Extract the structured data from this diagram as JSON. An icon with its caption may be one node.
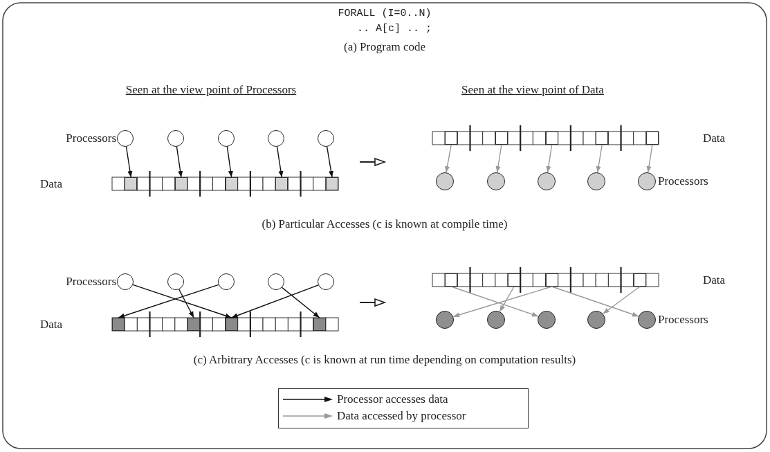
{
  "diagram": {
    "nodes": [
      {
        "text": [],
        "shape": "circle"
      },
      {
        "text": [],
        "shape": "circle"
      },
      {
        "text": [],
        "shape": "circle"
      },
      {
        "text": [],
        "shape": "circle"
      },
      {
        "text": [],
        "shape": "circle"
      },
      {
        "text": [],
        "shape": "box"
      },
      {
        "text": [],
        "shape": "box"
      },
      {
        "text": [],
        "shape": "box"
      },
      {
        "text": [],
        "shape": "box"
      },
      {
        "text": [],
        "shape": "box"
      },
      {
        "text": [],
        "shape": "box"
      },
      {
        "text": [],
        "shape": "box"
      },
      {
        "text": [],
        "shape": "box"
      },
      {
        "text": [],
        "shape": "box"
      },
      {
        "text": [],
        "shape": "box"
      },
      {
        "text": [],
        "shape": "circle"
      },
      {
        "text": [],
        "shape": "circle"
      },
      {
        "text": [],
        "shape": "circle"
      },
      {
        "text": [],
        "shape": "circle"
      },
      {
        "text": [],
        "shape": "circle"
      },
      {
        "text": [],
        "shape": "circle"
      },
      {
        "text": [],
        "shape": "circle"
      },
      {
        "text": [],
        "shape": "circle"
      },
      {
        "text": [],
        "shape": "circle"
      },
      {
        "text": [],
        "shape": "circle"
      },
      {
        "text": [],
        "shape": "box"
      },
      {
        "text": [],
        "shape": "box"
      },
      {
        "text": [],
        "shape": "box"
      },
      {
        "text": [],
        "shape": "box"
      },
      {
        "text": [],
        "shape": "box"
      },
      {
        "text": [],
        "shape": "box"
      },
      {
        "text": [],
        "shape": "box"
      },
      {
        "text": [],
        "shape": "box"
      },
      {
        "text": [],
        "shape": "circle"
      },
      {
        "text": [],
        "shape": "circle"
      },
      {
        "text": [],
        "shape": "circle"
      },
      {
        "text": [],
        "shape": "circle"
      },
      {
        "text": [],
        "shape": "circle"
      }
    ],
    "edges": [
      {
        "from": 0,
        "to": 5,
        "arrow": "to"
      },
      {
        "from": 1,
        "to": 6,
        "arrow": "to"
      },
      {
        "from": 2,
        "to": 7,
        "arrow": "to"
      },
      {
        "from": 3,
        "to": 8,
        "arrow": "to"
      },
      {
        "from": 4,
        "to": 9,
        "arrow": "to"
      },
      {
        "from": 10,
        "to": 15,
        "arrow": "to",
        "color": "#999999"
      },
      {
        "from": 11,
        "to": 16,
        "arrow": "to",
        "color": "#999999"
      },
      {
        "from": 12,
        "to": 17,
        "arrow": "to",
        "color": "#999999"
      },
      {
        "from": 13,
        "to": 18,
        "arrow": "to",
        "color": "#999999"
      },
      {
        "from": 14,
        "to": 19,
        "arrow": "to",
        "color": "#999999"
      },
      {
        "from": 20,
        "to": 27,
        "arrow": "to"
      },
      {
        "from": 21,
        "to": 26,
        "arrow": "to"
      },
      {
        "from": 22,
        "to": 25,
        "arrow": "to"
      },
      {
        "from": 23,
        "to": 28,
        "arrow": "to"
      },
      {
        "from": 24,
        "to": 27,
        "arrow": "to"
      },
      {
        "from": 29,
        "to": 35,
        "arrow": "to",
        "color": "#999999"
      },
      {
        "from": 30,
        "to": 34,
        "arrow": "to",
        "color": "#999999"
      },
      {
        "from": 31,
        "to": 33,
        "arrow": "to",
        "color": "#999999"
      },
      {
        "from": 31,
        "to": 37,
        "arrow": "to",
        "color": "#999999"
      },
      {
        "from": 32,
        "to": 36,
        "arrow": "to",
        "color": "#999999"
      }
    ],
    "labels": [
      "FORALL (I=0..N)",
      ".. A[c] .. ;",
      "(a) Program code",
      "Seen at the view point of Processors",
      "Seen at the view point of Data",
      "Processors",
      "Data",
      "Data",
      "Processors",
      "(b) Particular Accesses (c is known at compile time)",
      "Processors",
      "Data",
      "Data",
      "Processors",
      "(c) Arbitrary Accesses (c is known at run time depending on computation results)"
    ],
    "legend": [
      {
        "text": "Processor accesses data"
      },
      {
        "text": "Data accessed by processor"
      }
    ]
  }
}
